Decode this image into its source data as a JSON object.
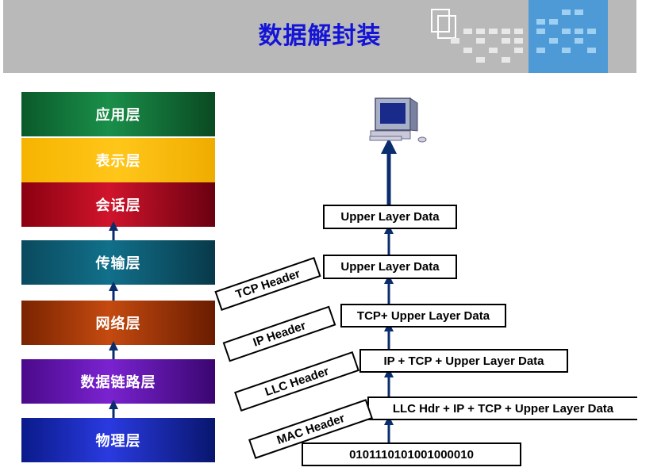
{
  "header": {
    "title": "数据解封装"
  },
  "colors": {
    "arrow": "#0a2d6e",
    "title": "#1414d8",
    "banner": "#b9b9b9"
  },
  "osi_layers": [
    {
      "label": "应用层"
    },
    {
      "label": "表示层"
    },
    {
      "label": "会话层"
    },
    {
      "label": "传输层"
    },
    {
      "label": "网络层"
    },
    {
      "label": "数据链路层"
    },
    {
      "label": "物理层"
    }
  ],
  "encapsulation": {
    "boxes": [
      "Upper Layer Data",
      "Upper Layer Data",
      "TCP+ Upper Layer Data",
      "IP + TCP + Upper Layer Data",
      "LLC Hdr + IP + TCP + Upper Layer Data",
      "0101110101001000010"
    ],
    "headers": [
      "TCP Header",
      "IP Header",
      "LLC Header",
      "MAC Header"
    ],
    "computer_icon": "computer-icon"
  }
}
